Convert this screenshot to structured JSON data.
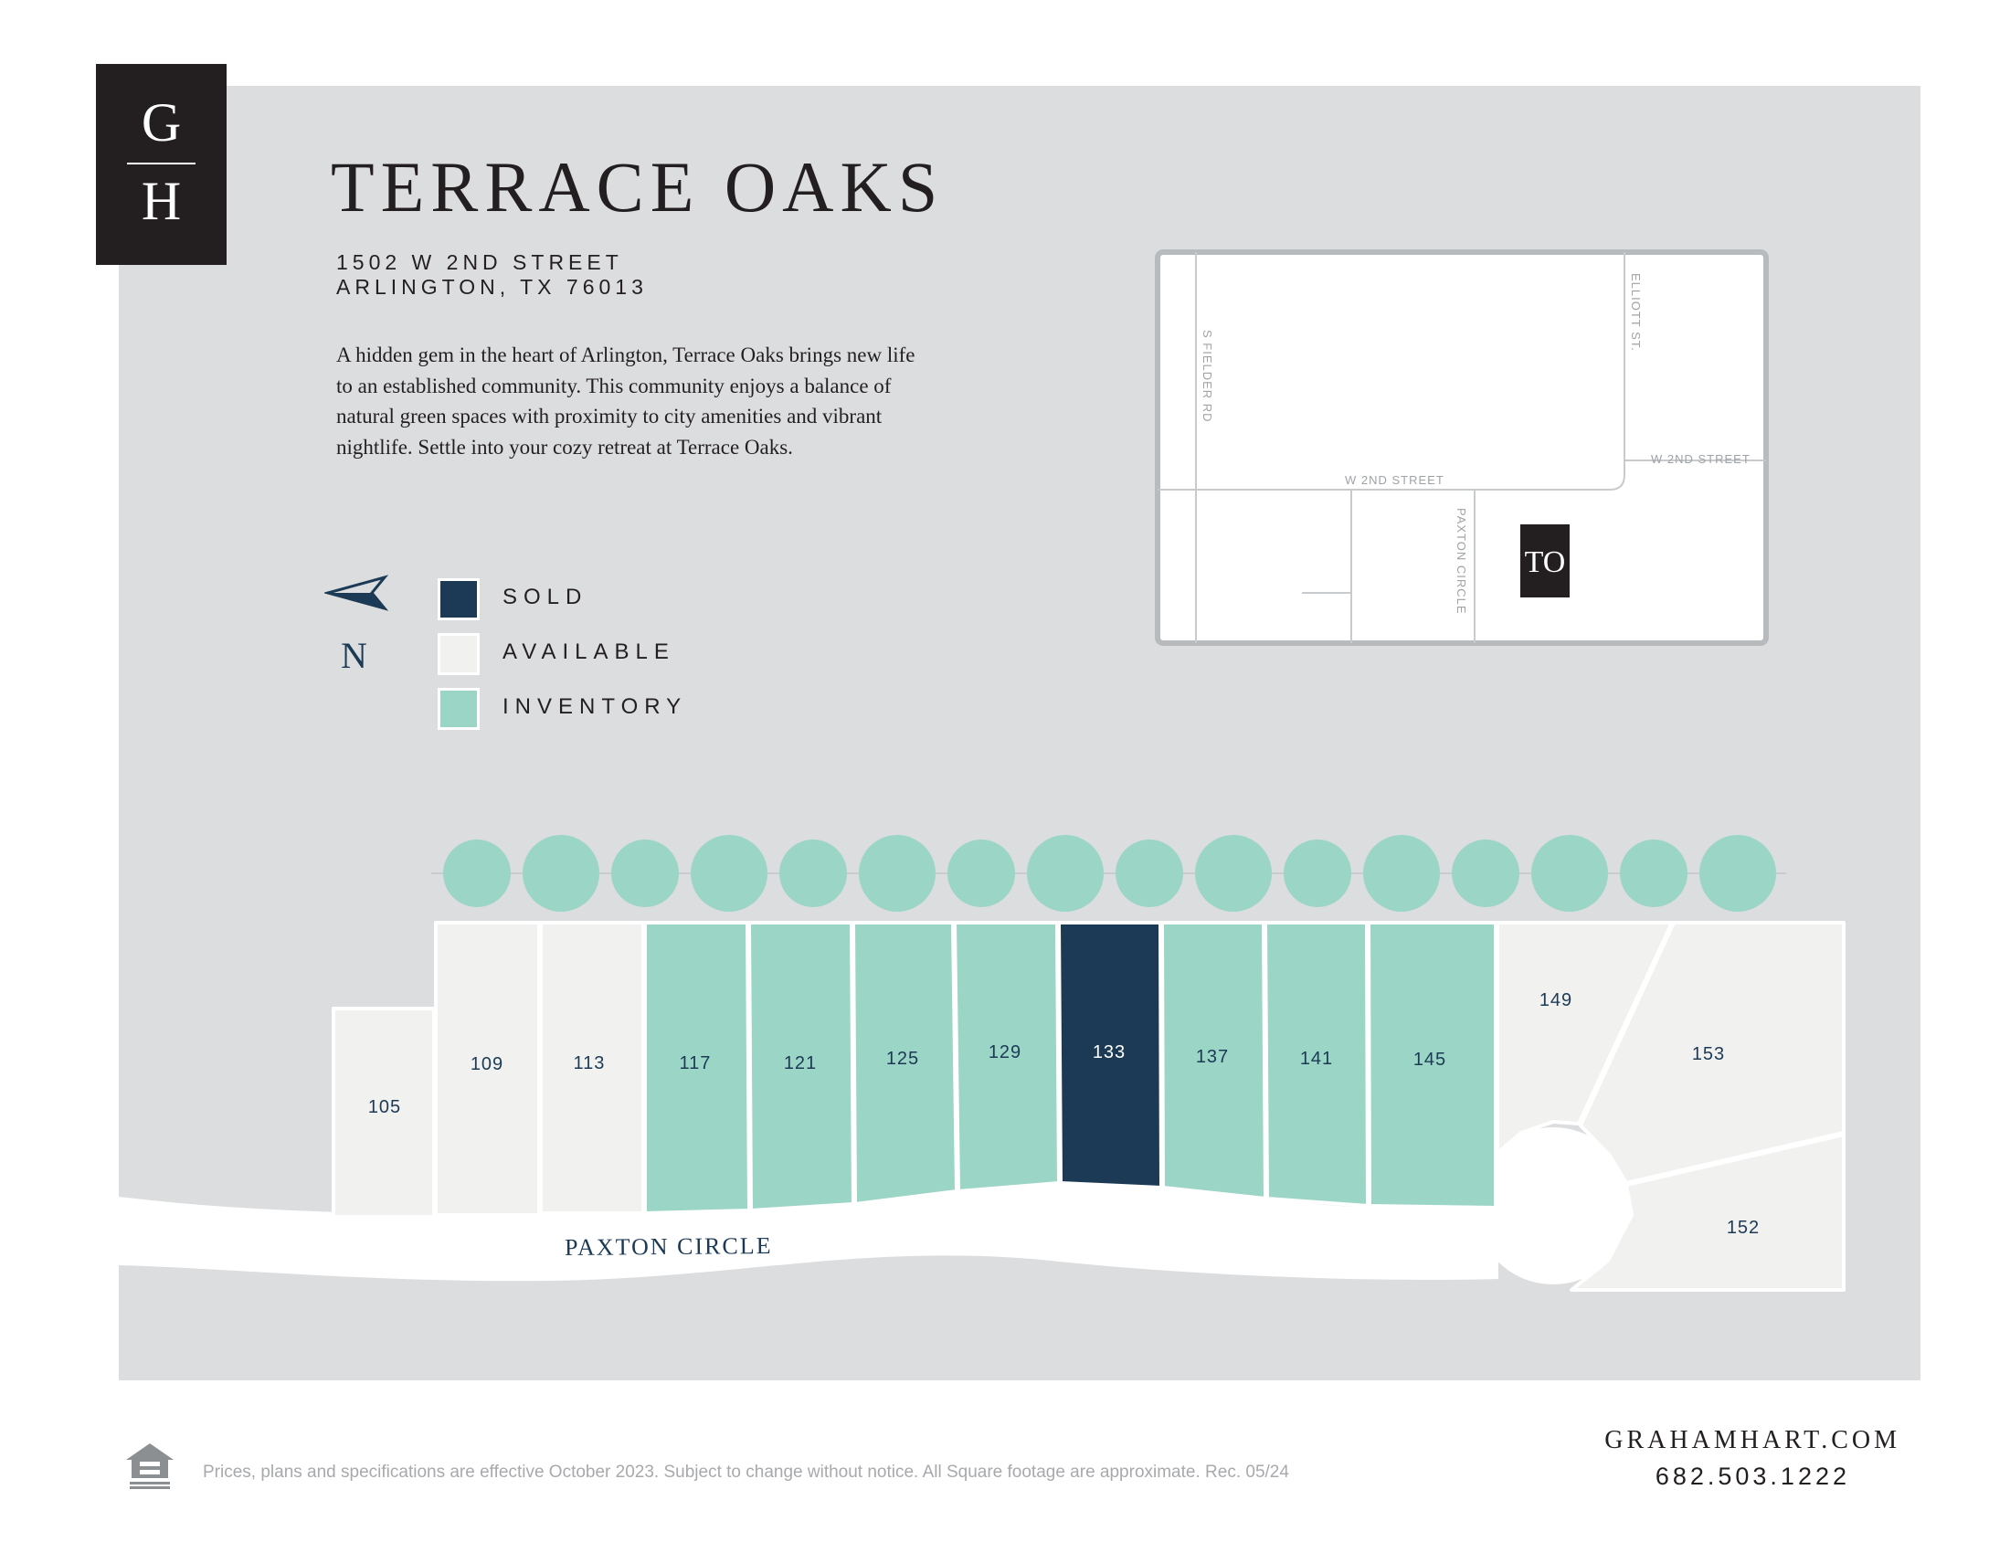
{
  "logo": {
    "top": "G",
    "bottom": "H"
  },
  "community": {
    "name": "TERRACE OAKS",
    "address_line1": "1502 W 2ND STREET",
    "address_line2": "ARLINGTON, TX 76013",
    "description": "A hidden gem in the heart of Arlington, Terrace Oaks brings new life to an established community. This community enjoys a balance of natural green spaces with proximity to city amenities and vibrant nightlife. Settle into your cozy retreat at Terrace Oaks."
  },
  "compass": {
    "label": "N"
  },
  "legend": [
    {
      "status": "sold",
      "label": "SOLD",
      "color": "#1c3a55"
    },
    {
      "status": "available",
      "label": "AVAILABLE",
      "color": "#f1f2f0"
    },
    {
      "status": "inventory",
      "label": "INVENTORY",
      "color": "#9bd5c6"
    }
  ],
  "colors": {
    "sold": "#1c3a55",
    "available": "#f1f2f0",
    "inventory": "#9bd5c6",
    "tree": "#9bd5c6",
    "background": "#dcdddf",
    "road": "#ffffff"
  },
  "lots": [
    {
      "number": "105",
      "status": "available"
    },
    {
      "number": "109",
      "status": "available"
    },
    {
      "number": "113",
      "status": "available"
    },
    {
      "number": "117",
      "status": "inventory"
    },
    {
      "number": "121",
      "status": "inventory"
    },
    {
      "number": "125",
      "status": "inventory"
    },
    {
      "number": "129",
      "status": "inventory"
    },
    {
      "number": "133",
      "status": "sold"
    },
    {
      "number": "137",
      "status": "inventory"
    },
    {
      "number": "141",
      "status": "inventory"
    },
    {
      "number": "145",
      "status": "inventory"
    },
    {
      "number": "149",
      "status": "available"
    },
    {
      "number": "153",
      "status": "available"
    },
    {
      "number": "152",
      "status": "available"
    }
  ],
  "road_name": "PAXTON CIRCLE",
  "vicinity_map": {
    "streets": [
      "S FIELDER RD",
      "ELLIOTT ST.",
      "W 2ND STREET",
      "W 2ND STREET",
      "PAXTON CIRCLE"
    ],
    "marker": "TO"
  },
  "footer": {
    "disclaimer": "Prices, plans and specifications are effective October 2023. Subject to change without notice. All Square footage are approximate. Rec. 05/24",
    "website": "GRAHAMHART.COM",
    "phone": "682.503.1222",
    "housing_icon": "equal-housing-opportunity-icon"
  }
}
